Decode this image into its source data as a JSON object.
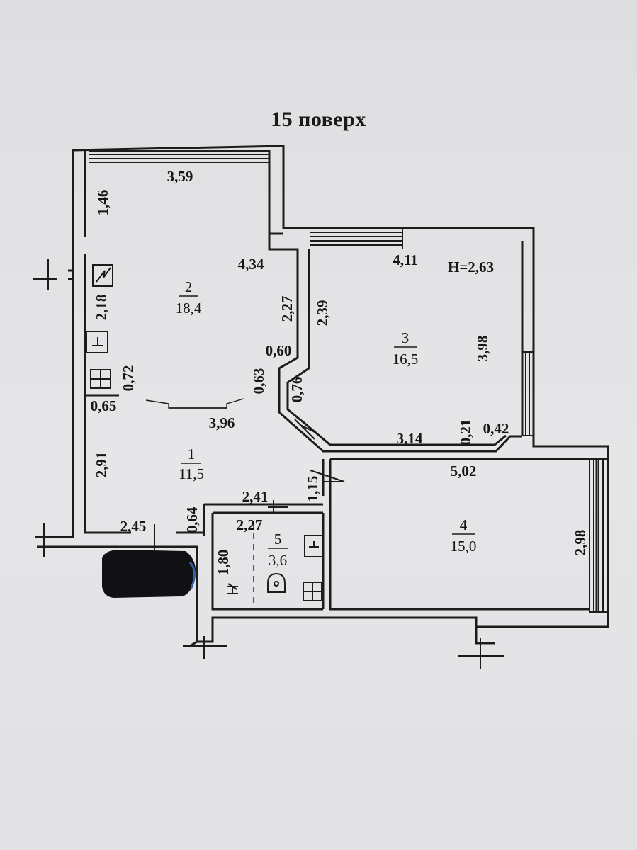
{
  "title": "15 поверх",
  "height_label": "H=2,63",
  "rooms": [
    {
      "number": "1",
      "area": "11,5"
    },
    {
      "number": "2",
      "area": "18,4"
    },
    {
      "number": "3",
      "area": "16,5"
    },
    {
      "number": "4",
      "area": "15,0"
    },
    {
      "number": "5",
      "area": "3,6"
    }
  ],
  "dimensions": {
    "d359": "3,59",
    "d146": "1,46",
    "d434": "4,34",
    "d218": "2,18",
    "d227a": "2,27",
    "d239": "2,39",
    "d060": "0,60",
    "d072": "0,72",
    "d063": "0,63",
    "d076": "0,76",
    "d065": "0,65",
    "d396": "3,96",
    "d411": "4,11",
    "d398": "3,98",
    "d021": "0,21",
    "d042": "0,42",
    "d314": "3,14",
    "d502": "5,02",
    "d291": "2,91",
    "d115": "1,15",
    "d241": "2,41",
    "d227b": "2,27",
    "d064": "0,64",
    "d245": "2,45",
    "d180": "1,80",
    "d298": "2,98"
  },
  "icons": [
    "electrical-panel-icon",
    "stove-icon",
    "sink-icon",
    "toilet-icon",
    "ceiling-light-icon",
    "entrance-door-icon"
  ]
}
